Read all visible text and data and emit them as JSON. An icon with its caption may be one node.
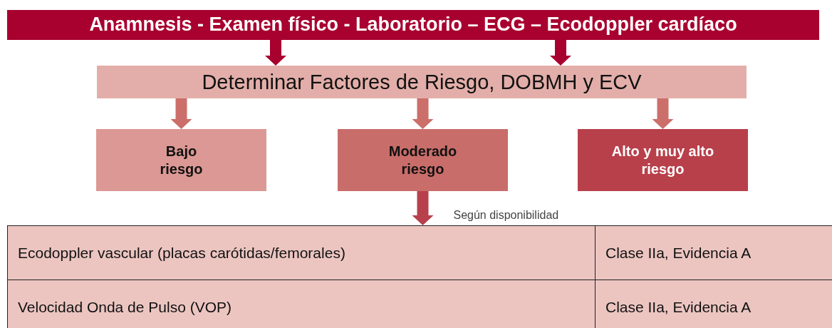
{
  "diagram": {
    "nodes": [
      {
        "text": [
          "Anamnesis - Examen físico - Laboratorio – ECG – Ecodoppler cardíaco"
        ]
      },
      {
        "text": [
          "Determinar Factores de Riesgo, DOBMH y ECV"
        ]
      },
      {
        "text": [
          "Bajo riesgo"
        ]
      },
      {
        "text": [
          "Moderado riesgo"
        ]
      },
      {
        "text": [
          "Alto y muy alto riesgo"
        ]
      },
      {
        "text": [
          "Ecodoppler vascular (placas carótidas/femorales)",
          "Clase IIa, Evidencia A",
          "Velocidad Onda de Pulso (VOP)",
          "Clase IIa, Evidencia A"
        ]
      }
    ],
    "edges": [
      {
        "from": 0,
        "to": 1,
        "arrow": "to",
        "color": "#a8002f"
      },
      {
        "from": 0,
        "to": 1,
        "arrow": "to",
        "color": "#a8002f"
      },
      {
        "from": 1,
        "to": 2,
        "arrow": "to"
      },
      {
        "from": 1,
        "to": 3,
        "arrow": "to"
      },
      {
        "from": 1,
        "to": 4,
        "arrow": "to"
      },
      {
        "from": 3,
        "to": 5,
        "arrow": "to",
        "label": "Según disponibilidad",
        "color": "#b8404c"
      }
    ]
  }
}
